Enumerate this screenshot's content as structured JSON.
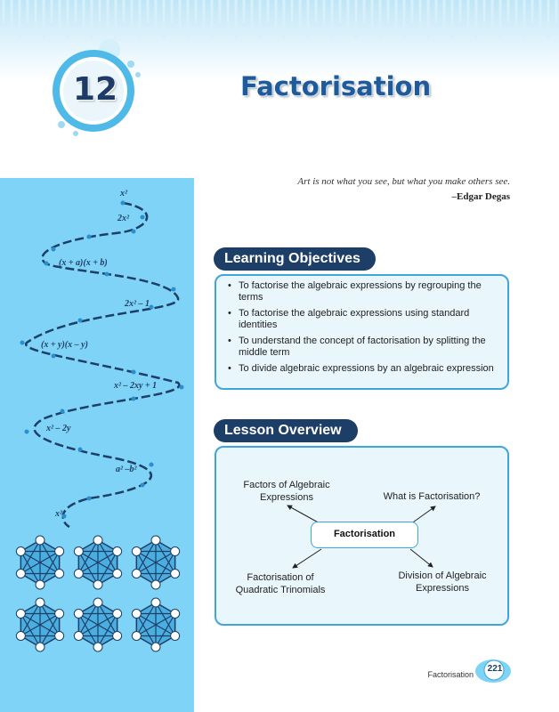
{
  "chapter": {
    "number": "12",
    "title": "Factorisation"
  },
  "quote": {
    "text": "Art is not what you see, but what you make others see.",
    "author": "–Edgar Degas"
  },
  "spiral_expressions": [
    "x²",
    "2x²",
    "(x + a)(x + b)",
    "2x² – 1",
    "(x + y)(x – y)",
    "x² – 2xy + 1",
    "x² – 2y",
    "a² –b²",
    "x²"
  ],
  "learning_objectives": {
    "heading": "Learning Objectives",
    "items": [
      "To factorise the algebraic expressions by regrouping the terms",
      "To factorise the algebraic expressions using standard identities",
      "To understand the concept of factorisation by splitting the middle term",
      "To divide algebraic expressions by an algebraic expression"
    ]
  },
  "lesson_overview": {
    "heading": "Lesson Overview",
    "center": "Factorisation",
    "branches": {
      "factors": "Factors of Algebraic Expressions",
      "what": "What is Factorisation?",
      "quadratic": "Factorisation of Quadratic Trinomials",
      "division": "Division of Algebraic Expressions"
    }
  },
  "footer": {
    "label": "Factorisation",
    "page_number": "221"
  },
  "colors": {
    "navy": "#1d3e66",
    "sky_panel": "#7fd3f6",
    "accent_blue": "#3ea6dd",
    "box_fill": "#e9f6fc"
  }
}
